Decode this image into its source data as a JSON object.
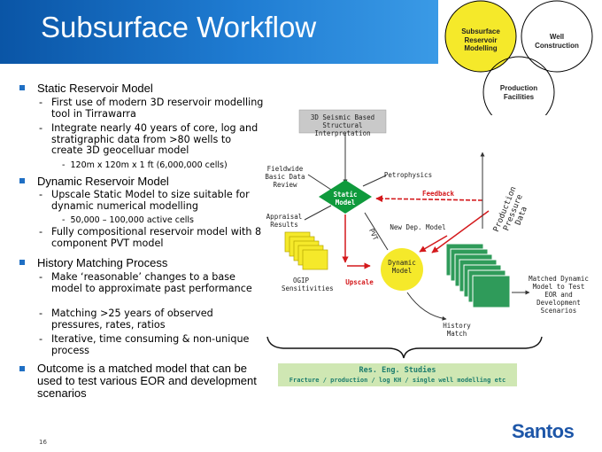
{
  "title": "Subsurface Workflow",
  "venn": {
    "circle1": "Subsurface Reservoir Modelling",
    "circle2": "Well Construction",
    "circle3": "Production Facilities",
    "colors": {
      "highlight": "#f5e92a"
    }
  },
  "bullets": {
    "static": {
      "heading": "Static Reservoir Model",
      "item1": "First use of modern 3D reservoir modelling tool in Tirrawarra",
      "item2": "Integrate nearly 40 years of core, log and stratigraphic data from >80 wells to create 3D geocelluar model",
      "sub": "120m x 120m x 1 ft (6,000,000 cells)"
    },
    "dynamic": {
      "heading": "Dynamic Reservoir Model",
      "item1": "Upscale Static Model to size suitable for dynamic numerical modelling",
      "sub": "50,000 – 100,000 active cells",
      "item2": "Fully compositional reservoir model with 8 component PVT model"
    },
    "history": {
      "heading": "History Matching Process",
      "item1": "Make ‘reasonable’ changes to a base model to approximate past performance",
      "item2": "Matching >25 years of observed pressures, rates, ratios",
      "item3": "Iterative, time consuming & non-unique process"
    },
    "outcome": {
      "heading": "Outcome is a matched model that can be used to test various EOR and development scenarios"
    }
  },
  "dash": "-",
  "diagram": {
    "seismic": "3D Seismic Based Structural Interpretation",
    "fieldwide": "Fieldwide Basic Data Review",
    "petrophysics": "Petrophysics",
    "feedback": "Feedback",
    "static_model": "Static Model",
    "appraisal": "Appraisal Results",
    "pvt": "PVT",
    "new_dep": "New Dep. Model",
    "production_pressure_data": "Production Pressure Data",
    "ogip": "OGIP Sensitivities",
    "upscale": "Upscale",
    "dynamic_model": "Dynamic Model",
    "matched": "Matched Dynamic Model to Test EOR and Development Scenarios",
    "history_match": "History Match",
    "res_eng_title": "Res. Eng. Studies",
    "res_eng_sub": "Fracture / production / log KH / single well modelling etc",
    "colors": {
      "red": "#d4191c",
      "yellow": "#f5e92a",
      "green": "#0f9a3c",
      "teal": "#1d7d6e"
    }
  },
  "page_number": "16",
  "logo": "Santos"
}
